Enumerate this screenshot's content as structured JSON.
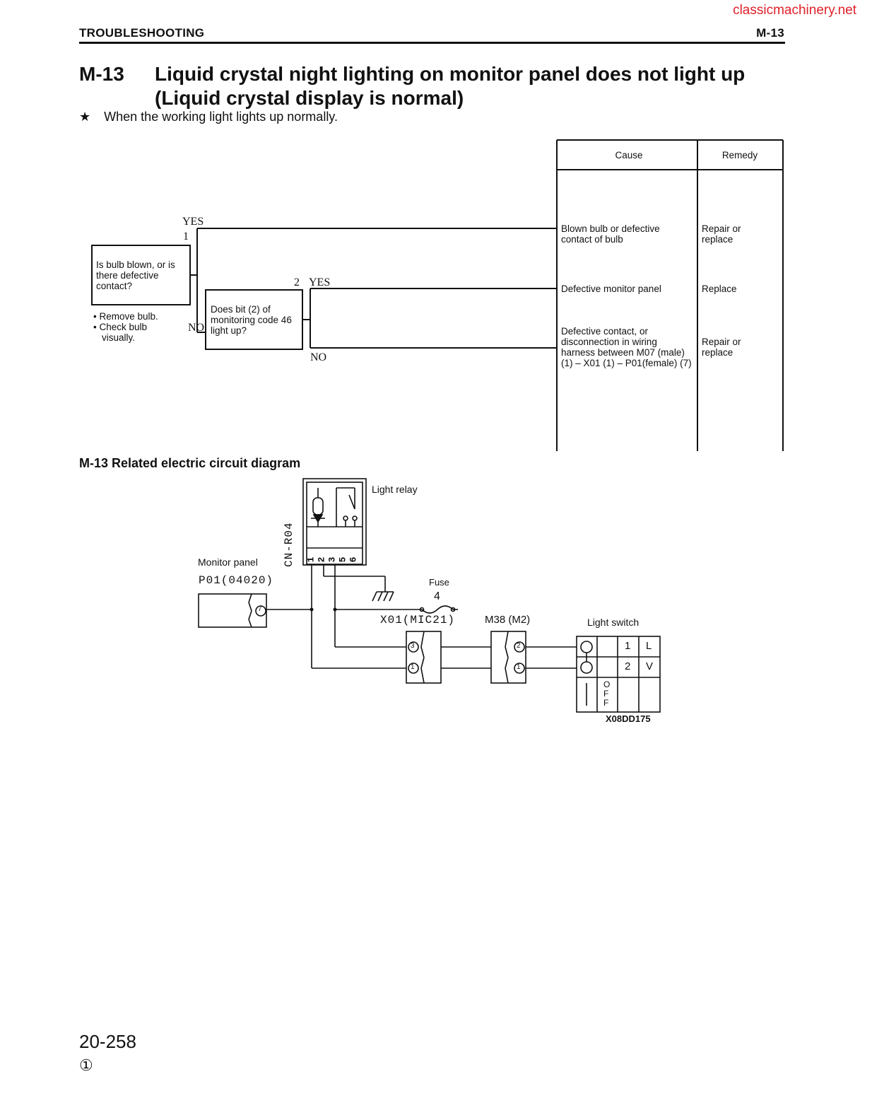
{
  "watermark": "classicmachinery.net",
  "header": {
    "section": "TROUBLESHOOTING",
    "code": "M-13"
  },
  "title": {
    "code": "M-13",
    "line1": "Liquid crystal night lighting on monitor panel does not light up",
    "line2": "(Liquid crystal display is normal)"
  },
  "note": {
    "symbol": "★",
    "text": "When the working light lights up normally."
  },
  "flowchart": {
    "columns": {
      "cause": "Cause",
      "remedy": "Remedy"
    },
    "q1": {
      "number": "1",
      "text": [
        "Is bulb blown, or is",
        "there defective",
        "contact?"
      ],
      "hints": [
        "• Remove bulb.",
        "• Check bulb",
        "visually."
      ]
    },
    "q2": {
      "number": "2",
      "text": [
        "Does bit (2) of",
        "monitoring code 46",
        "light up?"
      ]
    },
    "yes": "YES",
    "no": "NO",
    "results": [
      {
        "cause": [
          "Blown bulb or defective",
          "contact of bulb"
        ],
        "remedy": [
          "Repair or",
          "replace"
        ]
      },
      {
        "cause": [
          "Defective monitor panel"
        ],
        "remedy": [
          "Replace"
        ]
      },
      {
        "cause": [
          "Defective contact, or",
          "disconnection in wiring",
          "harness between M07 (male)",
          "(1) – X01 (1) – P01(female) (7)"
        ],
        "remedy": [
          "Repair or",
          "replace"
        ]
      }
    ]
  },
  "circuit": {
    "title": "M-13 Related electric circuit diagram",
    "light_relay": "Light relay",
    "relay_connector": "CN-R04",
    "relay_pins": [
      "1",
      "2",
      "3",
      "5",
      "6"
    ],
    "monitor_panel": "Monitor panel",
    "monitor_connector": "P01(04020)",
    "monitor_pin": "7",
    "fuse": "Fuse",
    "fuse_number": "4",
    "x01": "X01(MIC21)",
    "x01_pins": [
      "3",
      "1"
    ],
    "m38": "M38 (M2)",
    "m38_pins": [
      "2",
      "1"
    ],
    "light_switch": "Light switch",
    "switch_rows": [
      [
        "1",
        "L"
      ],
      [
        "2",
        "V"
      ]
    ],
    "switch_off": [
      "O",
      "F",
      "F"
    ],
    "drawing_code": "X08DD175"
  },
  "footer": {
    "page": "20-258",
    "revision": "①"
  }
}
